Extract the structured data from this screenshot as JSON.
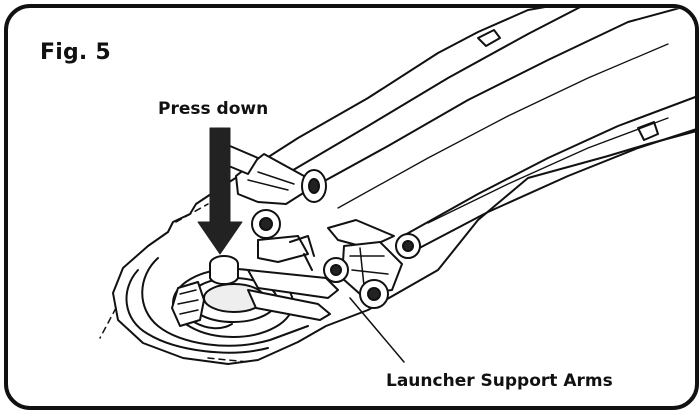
{
  "figure": {
    "title": "Fig. 5",
    "labels": {
      "press_down": "Press down",
      "launcher_support_arms": "Launcher Support Arms"
    }
  },
  "colors": {
    "line": "#111111",
    "fill": "#ffffff",
    "shade": "#e6e6e6",
    "dark": "#222222"
  },
  "icons": {
    "arrow": "down-arrow-icon",
    "track": "track-icon",
    "car": "car-icon",
    "launcher": "launcher-icon"
  }
}
